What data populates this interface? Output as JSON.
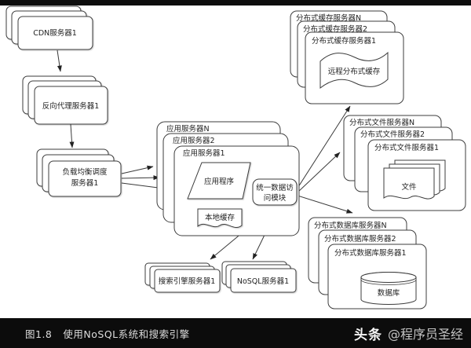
{
  "colors": {
    "bar": "#0c0c0c",
    "line": "#3c3c3c",
    "background": "#ffffff"
  },
  "diagram": {
    "cdn": {
      "label": "CDN服务器1"
    },
    "reverse_proxy": {
      "label": "反向代理服务器1"
    },
    "load_balancer": {
      "lines": [
        "负载均衡调度",
        "服务器1"
      ]
    },
    "app_servers": {
      "labels": [
        "应用服务器N",
        "应用服务器2",
        "应用服务器1"
      ]
    },
    "application": {
      "label": "应用程序"
    },
    "data_access_module": {
      "lines": [
        "统一数据访",
        "问模块"
      ]
    },
    "local_cache": {
      "label": "本地缓存"
    },
    "cache_servers": {
      "labels": [
        "分布式缓存服务器N",
        "分布式缓存服务器2",
        "分布式缓存服务器1"
      ],
      "inner_label": "远程分布式缓存"
    },
    "file_servers": {
      "labels": [
        "分布式文件服务器N",
        "分布式文件服务器2",
        "分布式文件服务器1"
      ],
      "inner_label": "文件"
    },
    "db_servers": {
      "labels": [
        "分布式数据库服务器N",
        "分布式数据库服务器2",
        "分布式数据库服务器1"
      ],
      "inner_label": "数据库"
    },
    "search_servers": {
      "label": "搜索引擎服务器1"
    },
    "nosql_servers": {
      "label": "NoSQL服务器1"
    }
  },
  "footer": {
    "caption_label": "图1.8",
    "caption_title": "使用NoSQL系统和搜索引擎",
    "brand": "头条",
    "handle": "@程序员圣经"
  }
}
